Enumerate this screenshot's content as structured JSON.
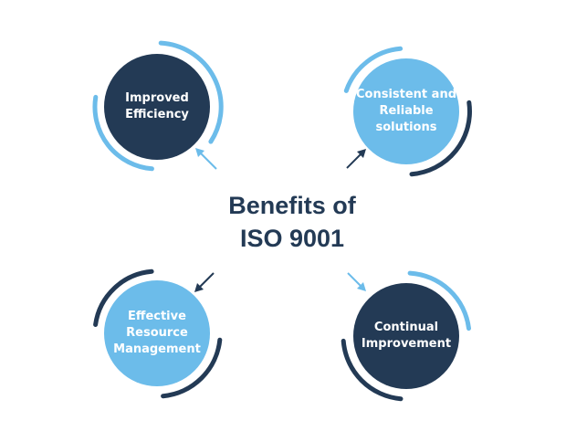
{
  "title": {
    "line1": "Benefits of",
    "line2": "ISO 9001"
  },
  "colors": {
    "dark_navy": "#233a55",
    "light_blue": "#6cbcea",
    "white": "#ffffff"
  },
  "benefits": [
    {
      "line1": "Improved",
      "line2": "Efficiency",
      "line3": "",
      "fill": "dark"
    },
    {
      "line1": "Consistent and",
      "line2": "Reliable",
      "line3": "solutions",
      "fill": "light"
    },
    {
      "line1": "Effective",
      "line2": "Resource",
      "line3": "Management",
      "fill": "light"
    },
    {
      "line1": "Continual",
      "line2": "Improvement",
      "line3": "",
      "fill": "dark"
    }
  ]
}
